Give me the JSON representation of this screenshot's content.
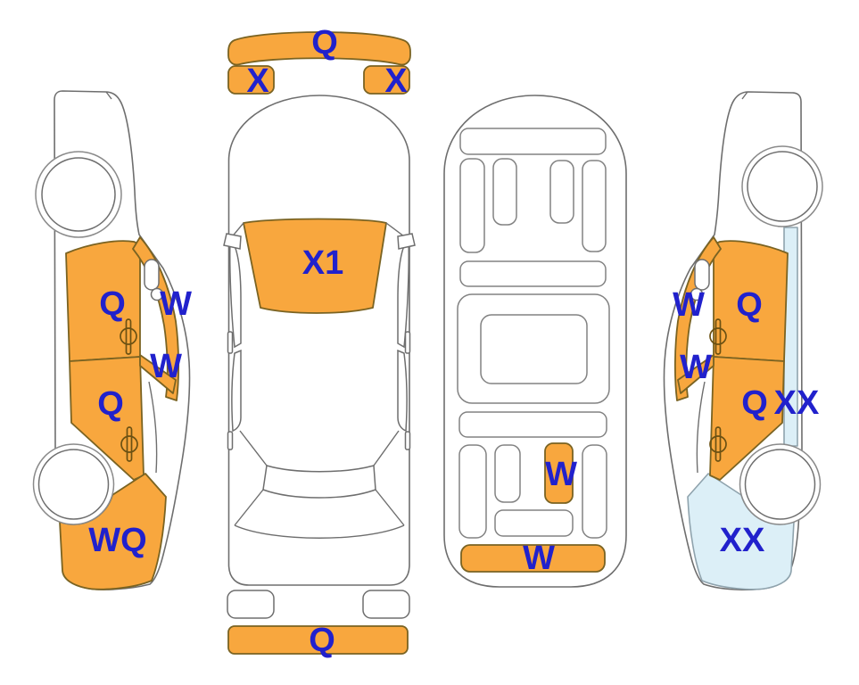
{
  "diagram": {
    "kind": "vehicle-inspection-damage-diagram",
    "colors": {
      "highlight_orange": "#F8A73E",
      "highlight_light_blue": "#DCEFF7",
      "label_blue": "#2121CC",
      "outline_gray": "#6e6e6e",
      "orange_panel_outline": "#7a6322"
    },
    "views": {
      "left_side": {
        "labels": {
          "front_door": "Q",
          "a_pillar": "W",
          "b_pillar": "W",
          "rear_door": "Q",
          "rear_quarter": "WQ"
        }
      },
      "top": {
        "labels": {
          "front_bumper": "Q",
          "left_headlight": "X",
          "right_headlight": "X",
          "windshield": "X1",
          "rear_bumper": "Q"
        }
      },
      "underbody": {
        "labels": {
          "rear_member": "W",
          "rear_crossmember": "W"
        }
      },
      "right_side": {
        "labels": {
          "a_pillar": "W",
          "front_door": "Q",
          "b_pillar": "W",
          "rear_door": "Q",
          "rear_sill": "XX",
          "rear_quarter": "XX"
        }
      }
    }
  }
}
